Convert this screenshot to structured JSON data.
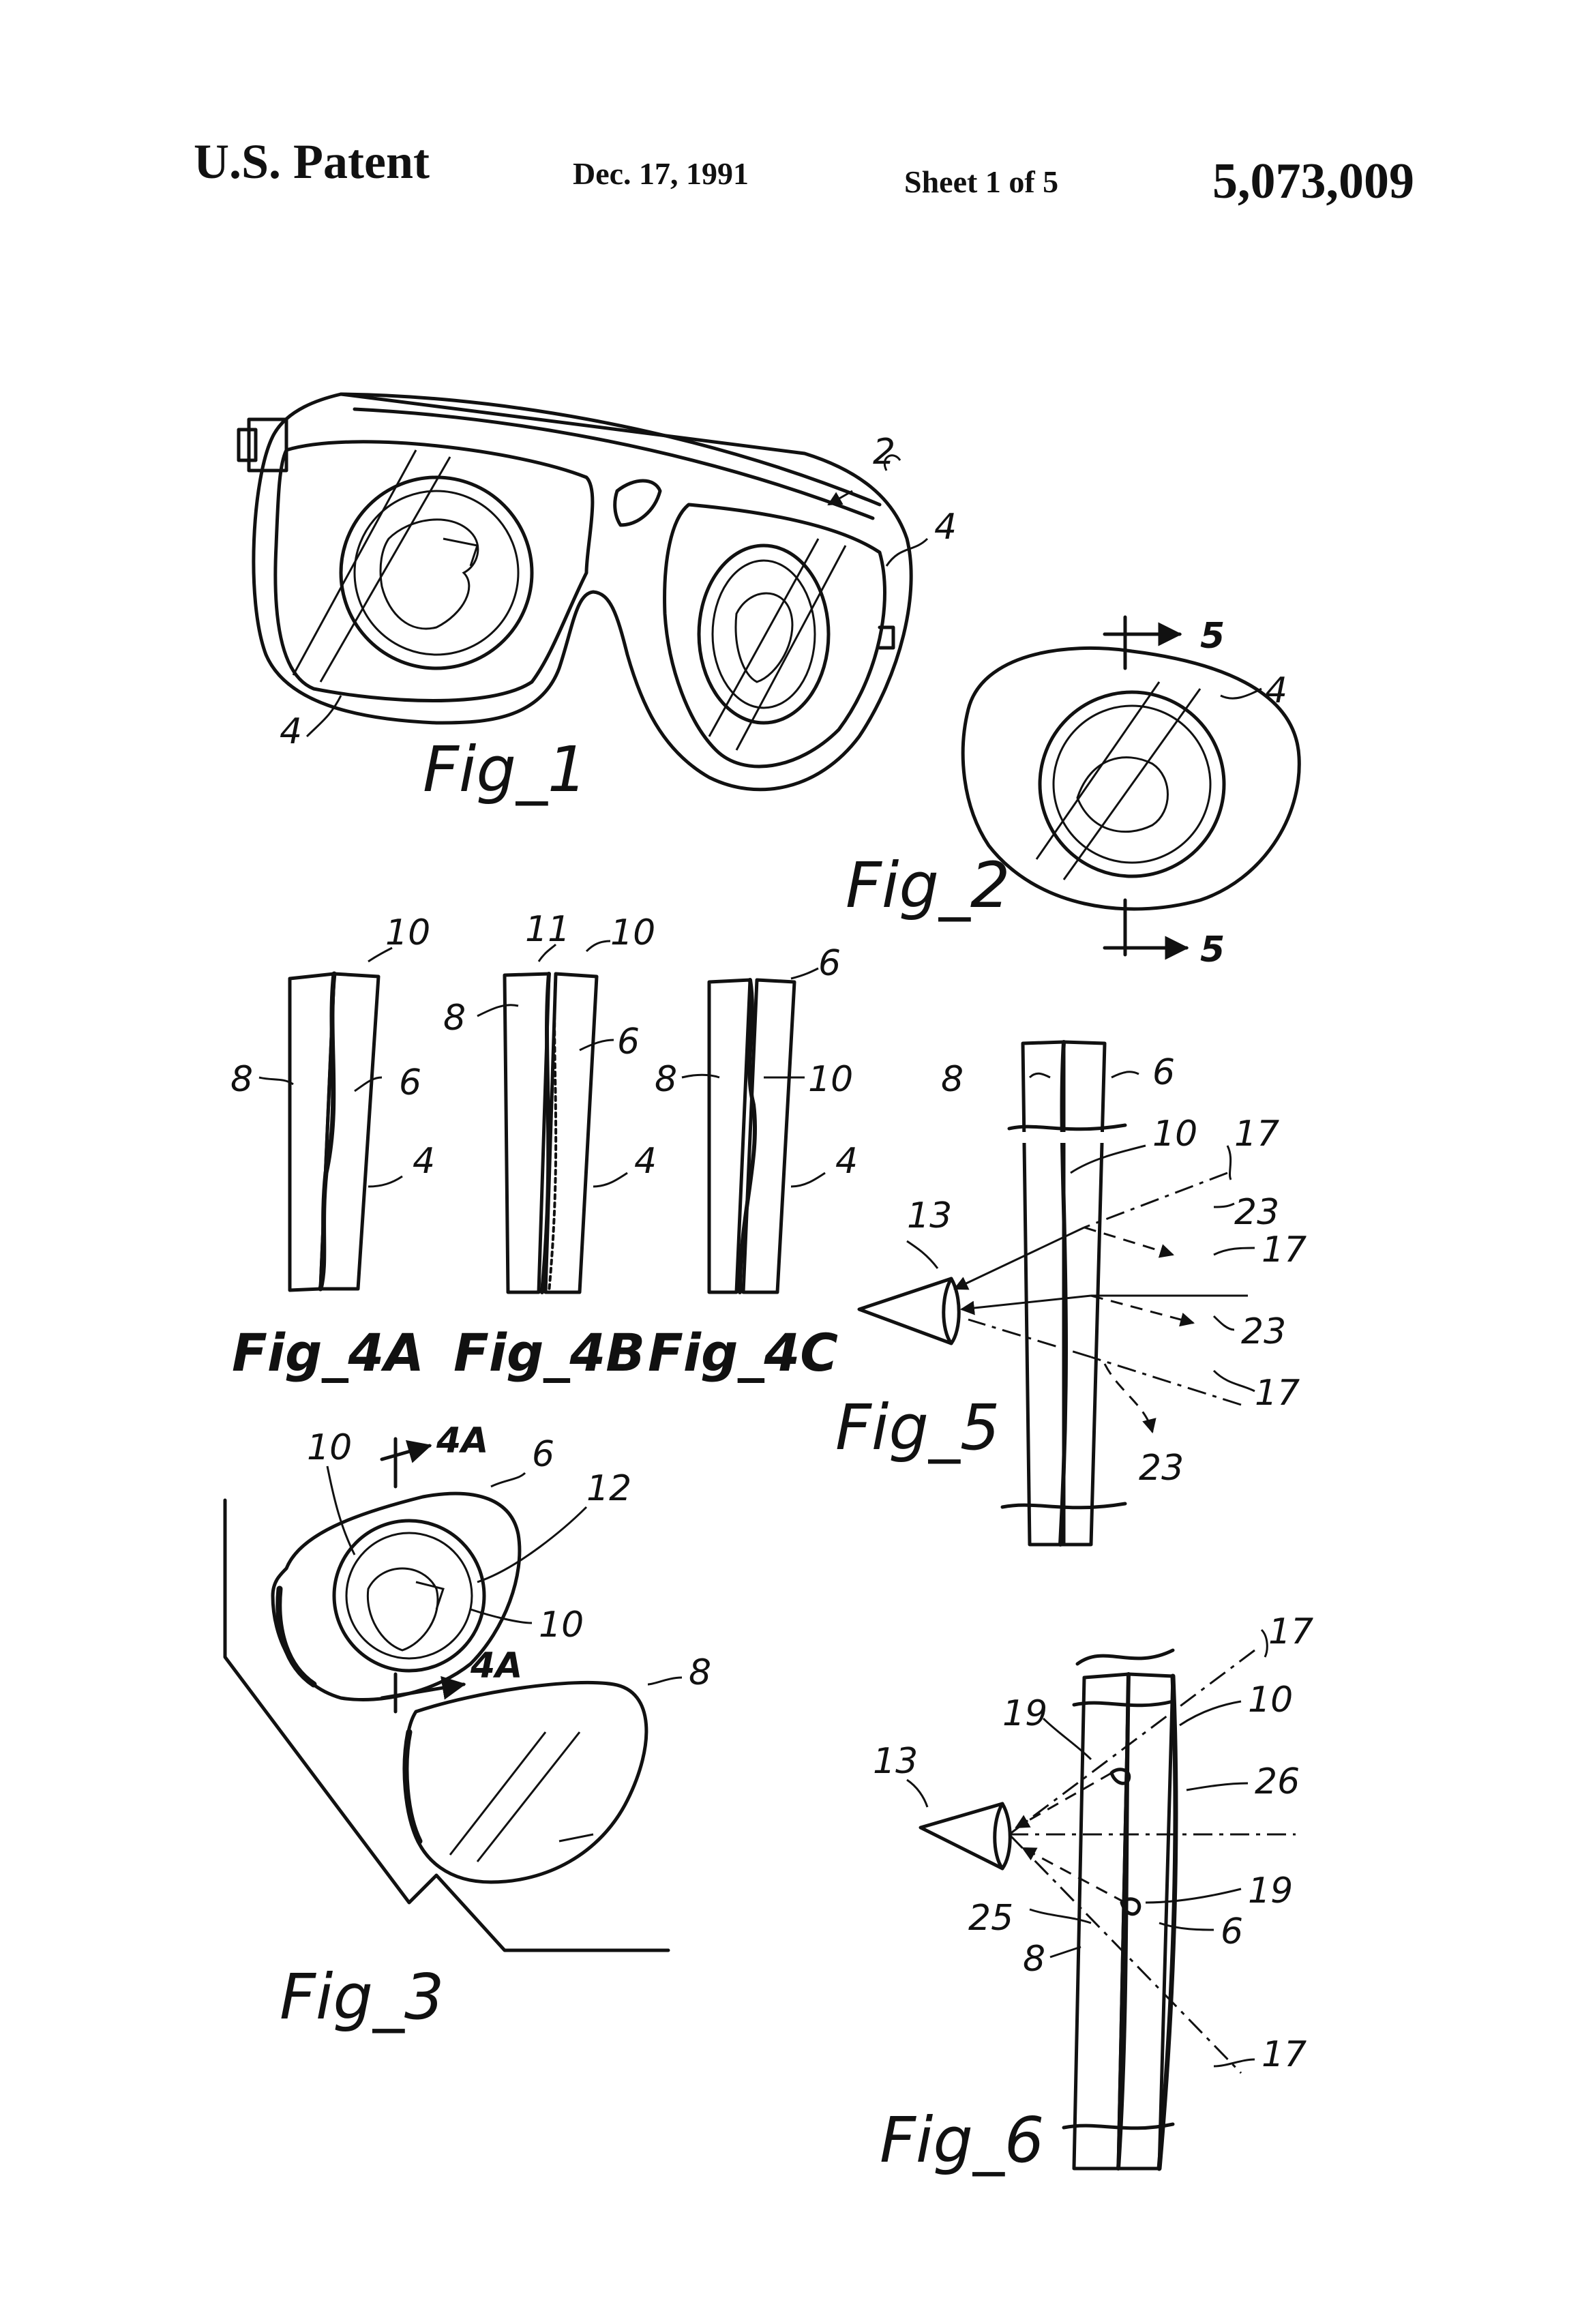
{
  "header": {
    "title": "U.S. Patent",
    "date": "Dec. 17, 1991",
    "sheet": "Sheet 1 of 5",
    "patent_number": "5,073,009"
  },
  "figures": {
    "fig1": {
      "label": "Fig_1",
      "refs": {
        "r2": "2",
        "r4a": "4",
        "r4b": "4"
      }
    },
    "fig2": {
      "label": "Fig_2",
      "refs": {
        "r4": "4",
        "r5top": "5",
        "r5bot": "5"
      }
    },
    "fig4a": {
      "label": "Fig_4A",
      "refs": {
        "r10": "10",
        "r8": "8",
        "r6": "6",
        "r4": "4"
      }
    },
    "fig4b": {
      "label": "Fig_4B",
      "refs": {
        "r11": "11",
        "r10": "10",
        "r8": "8",
        "r6": "6",
        "r4": "4"
      }
    },
    "fig4c": {
      "label": "Fig_4C",
      "refs": {
        "r6": "6",
        "r8": "8",
        "r10": "10",
        "r4": "4"
      }
    },
    "fig5": {
      "label": "Fig_5",
      "refs": {
        "r8": "8",
        "r6": "6",
        "r10": "10",
        "r17a": "17",
        "r23a": "23",
        "r13": "13",
        "r17b": "17",
        "r23b": "23",
        "r17c": "17",
        "r23c": "23"
      }
    },
    "fig3": {
      "label": "Fig_3",
      "refs": {
        "r10a": "10",
        "r4Atop": "4A",
        "r6": "6",
        "r12": "12",
        "r10b": "10",
        "r4Abot": "4A",
        "r8": "8"
      }
    },
    "fig6": {
      "label": "Fig_6",
      "refs": {
        "r17a": "17",
        "r10": "10",
        "r19a": "19",
        "r26": "26",
        "r13": "13",
        "r19b": "19",
        "r25": "25",
        "r6": "6",
        "r8": "8",
        "r17b": "17"
      }
    }
  }
}
